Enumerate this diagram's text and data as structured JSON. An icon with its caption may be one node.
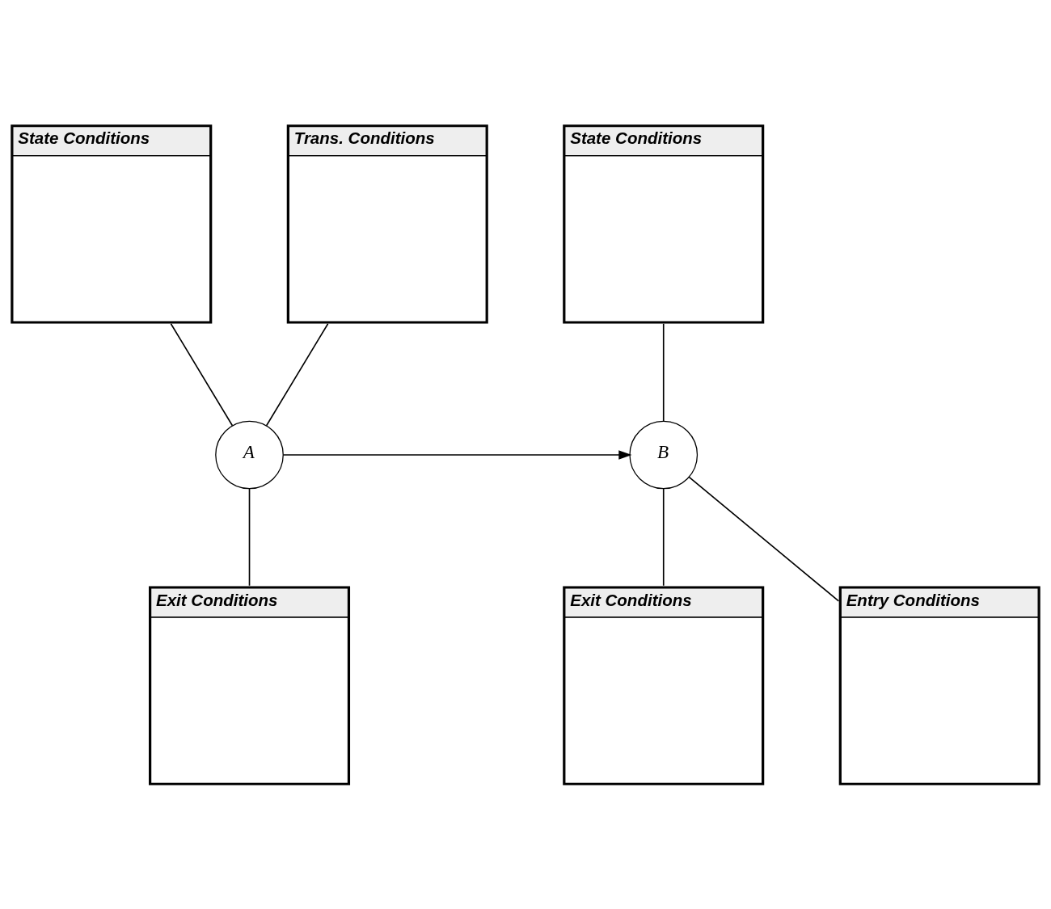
{
  "diagram": {
    "nodes": [
      {
        "text": [
          "State Conditions"
        ]
      },
      {
        "text": [
          "Trans. Conditions"
        ]
      },
      {
        "text": [
          "State Conditions"
        ]
      },
      {
        "text": [
          "A"
        ]
      },
      {
        "text": [
          "B"
        ]
      },
      {
        "text": [
          "Exit Conditions"
        ]
      },
      {
        "text": [
          "Entry Conditions"
        ]
      },
      {
        "text": [
          "Exit Conditions"
        ]
      }
    ],
    "edges": [
      {
        "from": 0,
        "to": 3,
        "arrow": "none"
      },
      {
        "from": 1,
        "to": 3,
        "arrow": "none"
      },
      {
        "from": 3,
        "to": 5,
        "arrow": "none"
      },
      {
        "from": 3,
        "to": 4,
        "arrow": "to"
      },
      {
        "from": 2,
        "to": 4,
        "arrow": "none"
      },
      {
        "from": 6,
        "to": 4,
        "arrow": "none"
      },
      {
        "from": 4,
        "to": 7,
        "arrow": "none"
      }
    ]
  }
}
